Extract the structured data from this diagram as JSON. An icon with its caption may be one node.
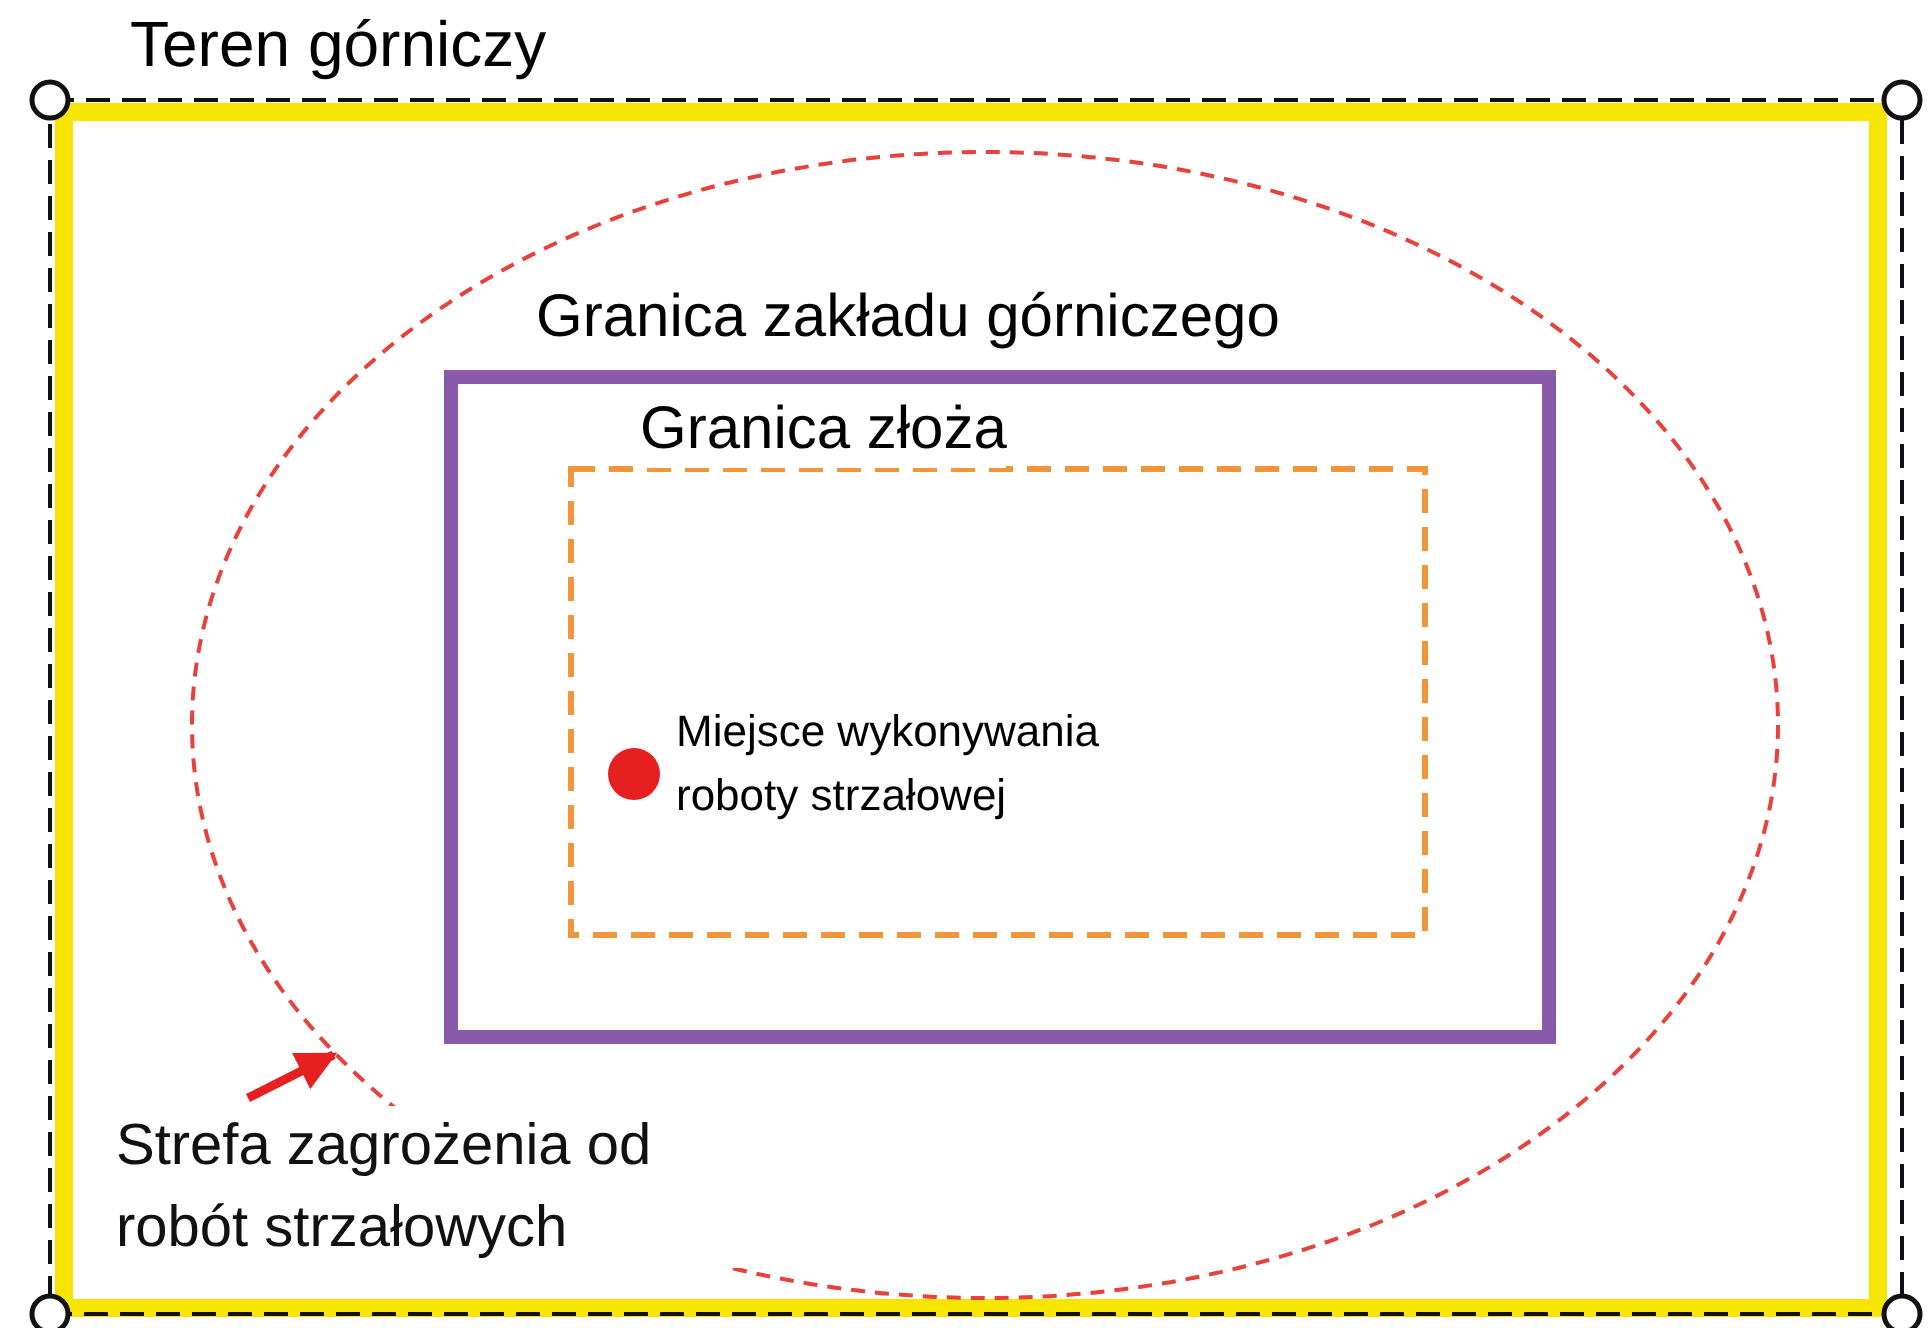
{
  "diagram": {
    "nodes": [
      {
        "text": [
          "Teren górniczy"
        ]
      },
      {
        "text": [],
        "shape": "ellipse",
        "in": 0
      },
      {
        "text": [
          "Granica zakładu górniczego"
        ],
        "in": 1
      },
      {
        "text": [
          "Granica złoża"
        ],
        "in": 2
      },
      {
        "text": [],
        "shape": "circle",
        "in": 3,
        "beside": [
          "Miejsce wykonywania roboty strzałowej"
        ]
      },
      {
        "text": [
          "Strefa zagrożenia od robót strzałowych"
        ],
        "in": 0
      }
    ],
    "edges": [
      {
        "from": 5,
        "to": 1,
        "arrow": "to"
      }
    ]
  }
}
